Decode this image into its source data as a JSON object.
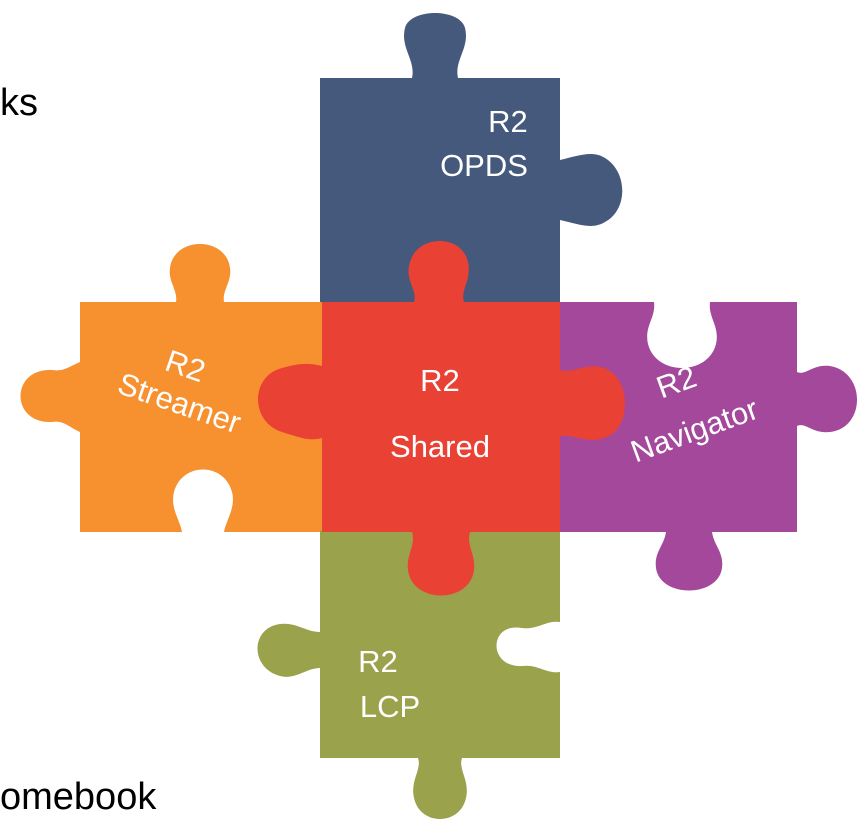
{
  "background_text": {
    "top_fragment": "ks",
    "bottom_fragment": "omebook"
  },
  "pieces": {
    "opds": {
      "line1": "R2",
      "line2": "OPDS",
      "color": "#45597c"
    },
    "streamer": {
      "line1": "R2",
      "line2": "Streamer",
      "color": "#f7902f"
    },
    "shared": {
      "line1": "R2",
      "line2": "Shared",
      "color": "#ea4135"
    },
    "navigator": {
      "line1": "R2",
      "line2": "Navigator",
      "color": "#a3489a"
    },
    "lcp": {
      "line1": "R2",
      "line2": "LCP",
      "color": "#9aa24b"
    }
  }
}
